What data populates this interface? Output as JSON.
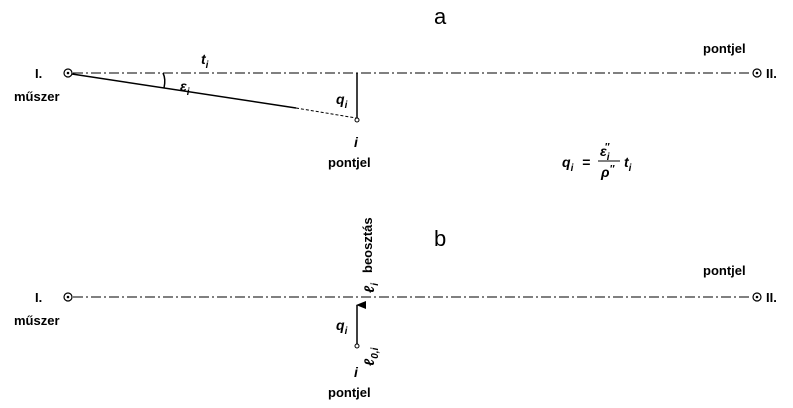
{
  "diagram_a": {
    "title": "a",
    "station_I": "I.",
    "station_II": "II.",
    "instrument": "műszer",
    "target": "pontjel",
    "distance": {
      "sym": "t",
      "sub": "i"
    },
    "angle": {
      "sym": "ε",
      "sub": "i"
    },
    "offset": {
      "sym": "q",
      "sub": "i"
    },
    "point_name": "i",
    "point_label": "pontjel",
    "formula": {
      "lhs": "q",
      "lhs_sub": "i",
      "eq": "=",
      "num": "ε",
      "num_sub": "i",
      "num_sup": "″",
      "den": "ρ",
      "den_sup": "″",
      "factor": "t",
      "factor_sub": "i"
    }
  },
  "diagram_b": {
    "title": "b",
    "station_I": "I.",
    "station_II": "II.",
    "instrument": "műszer",
    "target": "pontjel",
    "scale": "beosztás",
    "reading": {
      "sym": "ℓ",
      "sub": "i"
    },
    "base_reading": {
      "sym": "ℓ",
      "sub": "0,i"
    },
    "offset": {
      "sym": "q",
      "sub": "i"
    },
    "point_name": "i",
    "point_label": "pontjel"
  }
}
